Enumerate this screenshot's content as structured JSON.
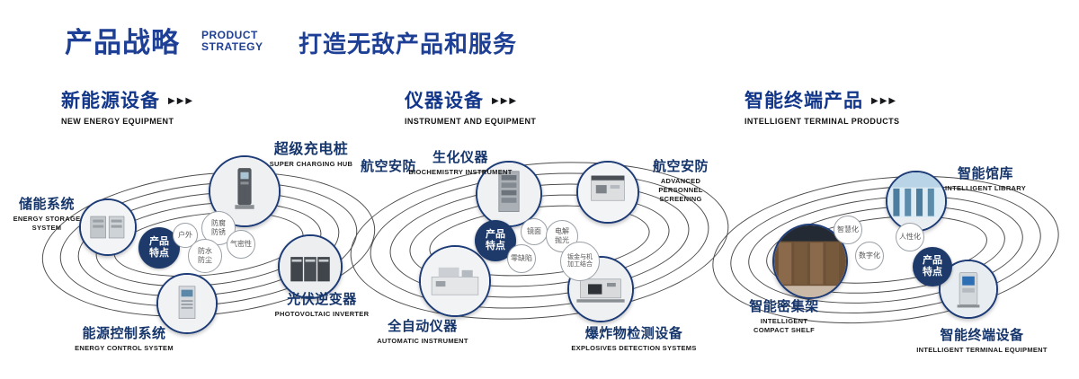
{
  "header": {
    "brand": "产品战略",
    "brand_sub": [
      "PRODUCT",
      "STRATEGY"
    ],
    "tagline": "打造无敌产品和服务"
  },
  "sections": [
    {
      "title": "新能源设备",
      "arrows": "▶▶▶",
      "subtitle": "NEW ENERGY EQUIPMENT",
      "badge": "产品特点",
      "features": [
        "户外",
        "防腐防锈",
        "气密性",
        "防水防尘"
      ],
      "products": [
        {
          "name": "储能系统",
          "en": "ENERGY STORAGE SYSTEM"
        },
        {
          "name": "超级充电桩",
          "en": "SUPER CHARGING HUB"
        },
        {
          "name": "光伏逆变器",
          "en": "PHOTOVOLTAIC INVERTER"
        },
        {
          "name": "能源控制系统",
          "en": "ENERGY CONTROL SYSTEM"
        }
      ]
    },
    {
      "title": "仪器设备",
      "arrows": "▶▶▶",
      "subtitle": "INSTRUMENT AND EQUIPMENT",
      "badge": "产品特点",
      "side_label": "航空安防",
      "features": [
        "镜面",
        "电解抛光",
        "零缺陷",
        "钣金与机加工结合"
      ],
      "products": [
        {
          "name": "生化仪器",
          "en": "BIOCHEMISTRY INSTRUMENT"
        },
        {
          "name": "航空安防",
          "en": "ADVANCED PERSONNEL SCREENING"
        },
        {
          "name": "全自动仪器",
          "en": "AUTOMATIC INSTRUMENT"
        },
        {
          "name": "爆炸物检测设备",
          "en": "EXPLOSIVES DETECTION SYSTEMS"
        }
      ]
    },
    {
      "title": "智能终端产品",
      "arrows": "▶▶▶",
      "subtitle": "INTELLIGENT TERMINAL PRODUCTS",
      "badge": "产品特点",
      "features": [
        "智慧化",
        "人性化",
        "数字化"
      ],
      "products": [
        {
          "name": "智能馆库",
          "en": "INTELLIGENT LIBRARY"
        },
        {
          "name": "智能密集架",
          "en": "INTELLIGENT COMPACT SHELF"
        },
        {
          "name": "智能终端设备",
          "en": "INTELLIGENT TERMINAL EQUIPMENT"
        }
      ]
    }
  ]
}
